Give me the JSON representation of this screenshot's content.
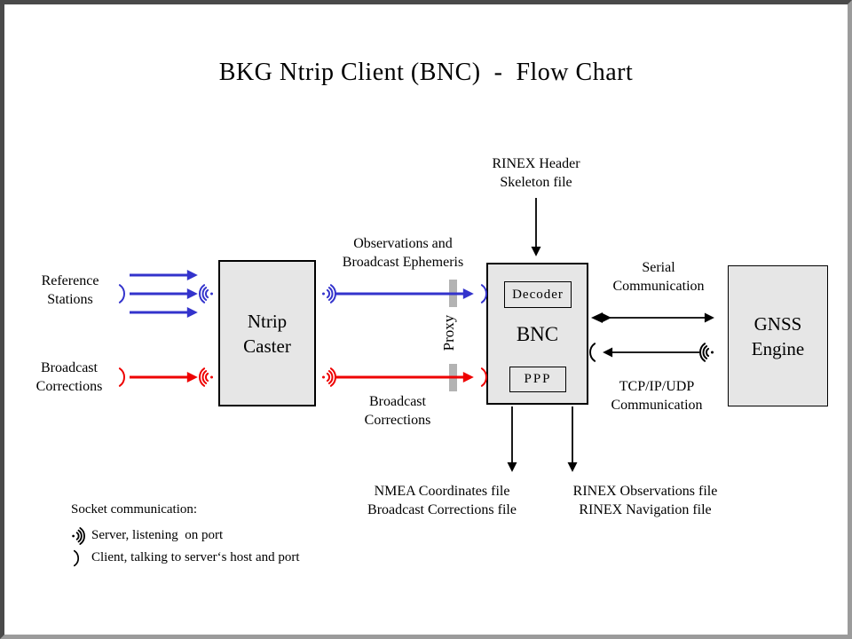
{
  "title": "BKG Ntrip Client (BNC)  -  Flow Chart",
  "nodes": {
    "ntrip_caster": "Ntrip\nCaster",
    "bnc": "BNC",
    "decoder": "Decoder",
    "ppp": "PPP",
    "gnss_engine": "GNSS\nEngine"
  },
  "labels": {
    "reference_stations": "Reference\nStations",
    "broadcast_corrections_input": "Broadcast\nCorrections",
    "observations_ephemeris": "Observations and\nBroadcast Ephemeris",
    "broadcast_corrections_stream": "Broadcast\nCorrections",
    "rinex_header_skeleton": "RINEX Header\nSkeleton file",
    "serial_communication": "Serial\nCommunication",
    "tcpip_communication": "TCP/IP/UDP\nCommunication",
    "proxy": "Proxy",
    "nmea_output": "NMEA Coordinates file\nBroadcast Corrections file",
    "rinex_output": "RINEX Observations file\nRINEX Navigation file"
  },
  "legend": {
    "heading": "Socket communication:",
    "server_icon": "server-socket-waves-icon",
    "server": "Server, listening  on port",
    "client_icon": "client-socket-arc-icon",
    "client": "Client, talking to server‘s host and port"
  },
  "colors": {
    "arrow_blue": "#3333cc",
    "arrow_red": "#ee0000",
    "arrow_black": "#000000",
    "box_fill": "#e6e6e6",
    "proxy_bar": "#b3b3b3",
    "frame_dark": "#4a4a4a",
    "frame_light": "#9b9b9b"
  }
}
